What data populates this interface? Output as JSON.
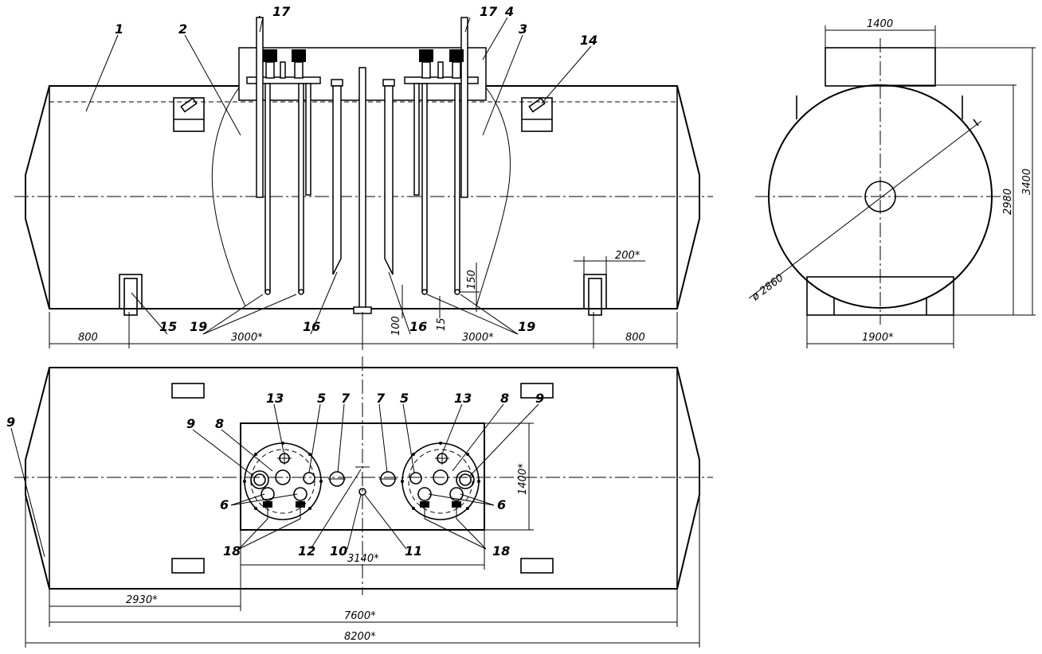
{
  "callouts": {
    "c1": "1",
    "c2": "2",
    "c3": "3",
    "c4": "4",
    "c5": "5",
    "c6": "6",
    "c7": "7",
    "c8": "8",
    "c9": "9",
    "c10": "10",
    "c11": "11",
    "c12": "12",
    "c13": "13",
    "c14": "14",
    "c15": "15",
    "c16": "16",
    "c17": "17",
    "c18": "18",
    "c19": "19"
  },
  "dimensions": {
    "d800": "800",
    "d3000": "3000*",
    "d200": "200*",
    "d150": "150",
    "d100": "100",
    "d15": "15",
    "d1400": "1400",
    "d1400s": "1400*",
    "d3400": "3400",
    "d2980": "2980",
    "d2860": "ø 2860",
    "d1900": "1900*",
    "d3140": "3140*",
    "d2930": "2930*",
    "d7600": "7600*",
    "d8200": "8200*"
  }
}
